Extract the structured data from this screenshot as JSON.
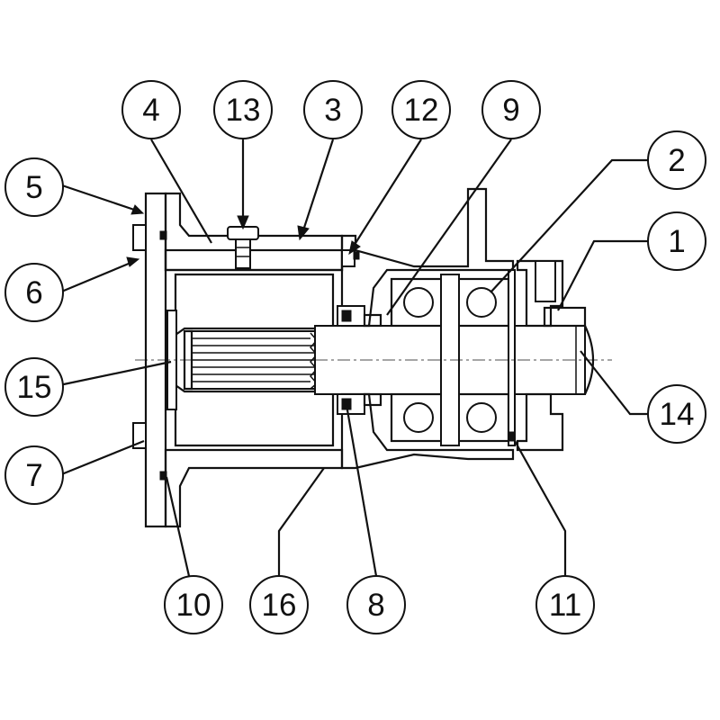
{
  "diagram": {
    "callouts": [
      {
        "id": "c4",
        "label": "4"
      },
      {
        "id": "c13",
        "label": "13"
      },
      {
        "id": "c3",
        "label": "3"
      },
      {
        "id": "c12",
        "label": "12"
      },
      {
        "id": "c9",
        "label": "9"
      },
      {
        "id": "c5",
        "label": "5"
      },
      {
        "id": "c2",
        "label": "2"
      },
      {
        "id": "c1",
        "label": "1"
      },
      {
        "id": "c6",
        "label": "6"
      },
      {
        "id": "c15",
        "label": "15"
      },
      {
        "id": "c14",
        "label": "14"
      },
      {
        "id": "c7",
        "label": "7"
      },
      {
        "id": "c10",
        "label": "10"
      },
      {
        "id": "c16",
        "label": "16"
      },
      {
        "id": "c8",
        "label": "8"
      },
      {
        "id": "c11",
        "label": "11"
      }
    ],
    "colors": {
      "line": "#111111",
      "background": "#ffffff"
    }
  }
}
